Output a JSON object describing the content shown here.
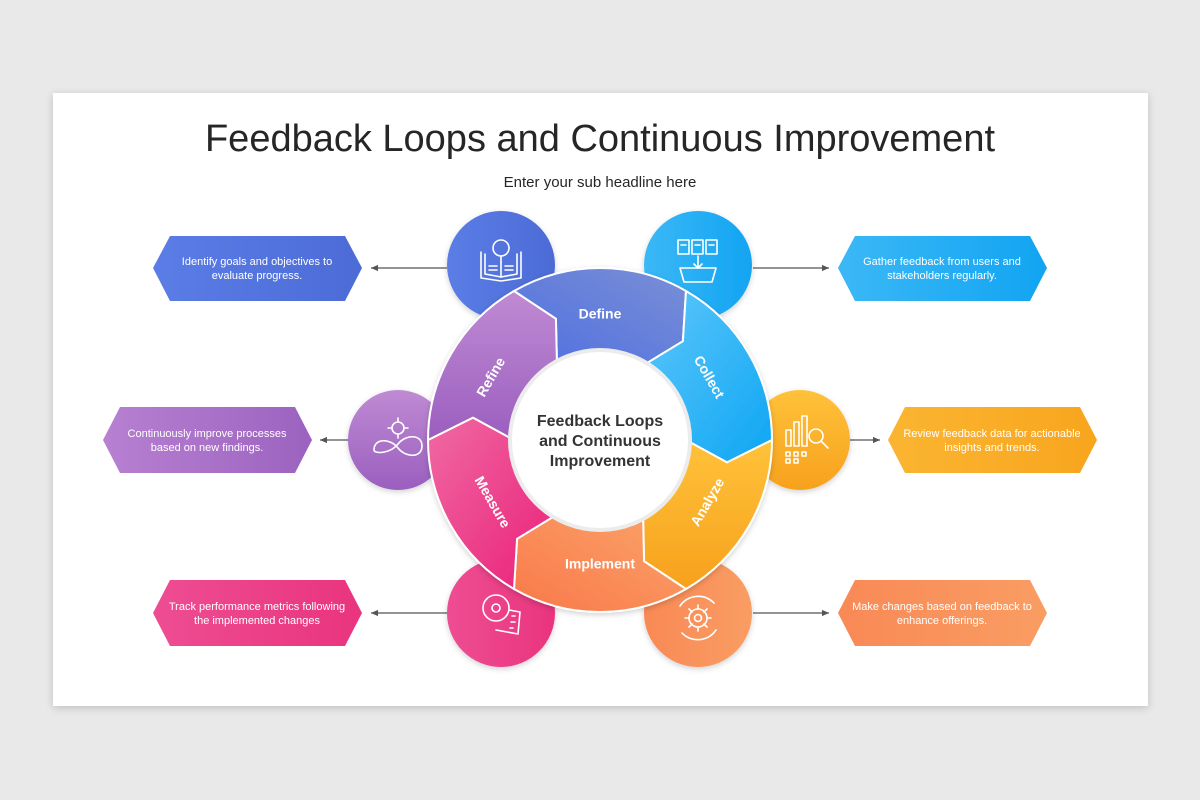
{
  "title": "Feedback Loops and Continuous Improvement",
  "subtitle": "Enter your sub headline here",
  "center": {
    "line1": "Feedback Loops",
    "line2": "and Continuous",
    "line3": "Improvement"
  },
  "stages": [
    {
      "label": "Define",
      "desc1": "Identify goals and objectives to",
      "desc2": "evaluate progress.",
      "color": "#5e73d8",
      "icon": "book-magnifier-icon"
    },
    {
      "label": "Collect",
      "desc1": "Gather feedback from users and",
      "desc2": "stakeholders regularly.",
      "color": "#20aaf2",
      "icon": "documents-inbox-icon"
    },
    {
      "label": "Analyze",
      "desc1": "Review feedback data for actionable",
      "desc2": "insights and trends.",
      "color": "#f9ad1f",
      "icon": "bar-chart-magnifier-icon"
    },
    {
      "label": "Implement",
      "desc1": "Make changes based on feedback to",
      "desc2": "enhance offerings.",
      "color": "#f98c4e",
      "icon": "gear-cycle-icon"
    },
    {
      "label": "Measure",
      "desc1": "Track performance metrics following",
      "desc2": "the implemented changes",
      "color": "#e9468b",
      "icon": "measuring-tape-icon"
    },
    {
      "label": "Refine",
      "desc1": "Continuously improve processes",
      "desc2": "based on new findings.",
      "color": "#a469bf",
      "icon": "infinity-gear-icon"
    }
  ]
}
